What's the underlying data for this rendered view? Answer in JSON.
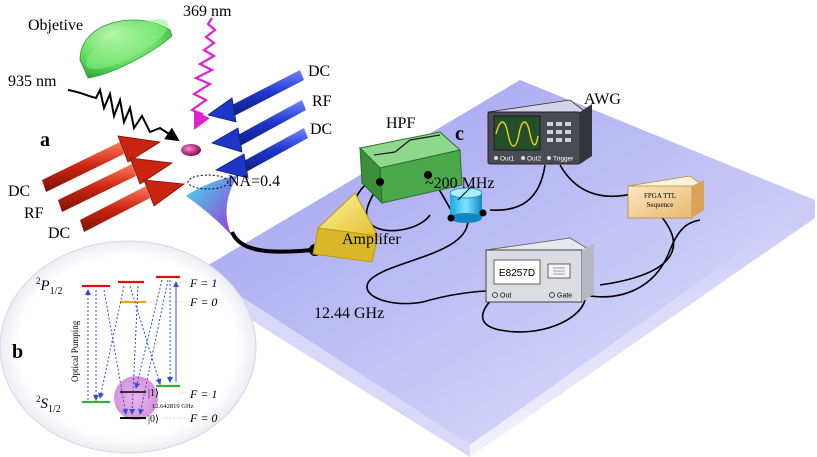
{
  "labels": {
    "objective": "Objetive",
    "wavelength_369": "369 nm",
    "wavelength_935": "935 nm",
    "panel_a": "a",
    "panel_b": "b",
    "panel_c": "c",
    "dc_right_top": "DC",
    "rf_right": "RF",
    "dc_right_bottom": "DC",
    "dc_left_top": "DC",
    "rf_left": "RF",
    "dc_left_bottom": "DC",
    "numerical_aperture": "NA=0.4",
    "hpf": "HPF",
    "awg": "AWG",
    "frequency_200mhz": "~200 MHz",
    "amplifier": "Amplifer",
    "frequency_12ghz": "12.44 GHz",
    "synth_model": "E8257D",
    "synth_out": "Out",
    "synth_gate": "Gate",
    "awg_out1": "Out1",
    "awg_out2": "Out2",
    "awg_trigger": "Trigger",
    "fpga_line1": "FPGA TTL",
    "fpga_line2": "Sequence"
  },
  "levels": {
    "p_main": "P",
    "p_sub": "1/2",
    "s_main": "S",
    "s_sub": "1/2",
    "p_f1": "F = 1",
    "p_f0": "F = 0",
    "s_f1": "F = 1",
    "s_f0": "F = 0",
    "ket1": "|1⟩",
    "ket0": "|0⟩",
    "hyperfine": "12.642819 GHz",
    "optical_pumping": "Optical Pumping",
    "superscript_2": "2"
  },
  "colors": {
    "platform": "#a9a9f2",
    "blue_electrode": "#1f3fd6",
    "red_electrode": "#d42a1a",
    "green_box": "#5cb85c",
    "level_red": "#e01010",
    "level_orange": "#f5a020",
    "level_green": "#3aa83a",
    "laser_369": "#e020d0"
  }
}
